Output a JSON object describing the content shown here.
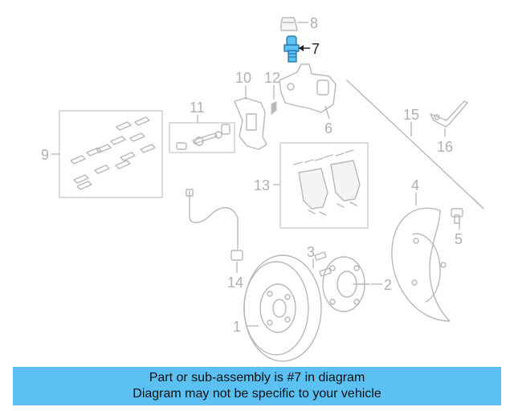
{
  "callouts": {
    "c1": "1",
    "c2": "2",
    "c3": "3",
    "c4": "4",
    "c5": "5",
    "c6": "6",
    "c7": "7",
    "c8": "8",
    "c9": "9",
    "c10": "10",
    "c11": "11",
    "c12": "12",
    "c13": "13",
    "c14": "14",
    "c15": "15",
    "c16": "16"
  },
  "highlight": {
    "part_number": "7",
    "color": "#5bc0f2"
  },
  "banner": {
    "line1": "Part or sub-assembly is #7 in diagram",
    "line2": "Diagram may not be specific to your vehicle",
    "background": "#5bc0f2"
  }
}
